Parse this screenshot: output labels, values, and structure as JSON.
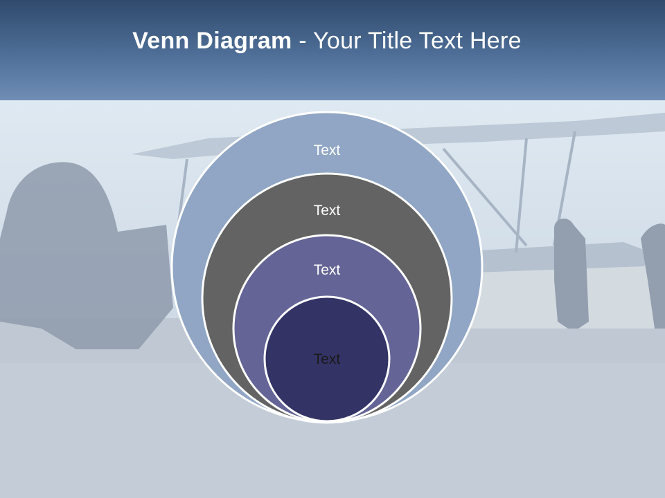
{
  "slide": {
    "title_bold": "Venn Diagram",
    "title_rest": " - Your Title Text Here"
  },
  "diagram": {
    "type": "nested-circles",
    "circles": [
      {
        "label": "Text",
        "fill": "#90a6c4",
        "text_color": "#ffffff"
      },
      {
        "label": "Text",
        "fill": "#636363",
        "text_color": "#ffffff"
      },
      {
        "label": "Text",
        "fill": "#646496",
        "text_color": "#ffffff"
      },
      {
        "label": "Text",
        "fill": "#333366",
        "text_color": "#1a1a1a"
      }
    ],
    "outline_color": "#ffffff"
  },
  "background": {
    "header_color": "#4f6f98",
    "photo_tint": "#c9d2dc"
  }
}
